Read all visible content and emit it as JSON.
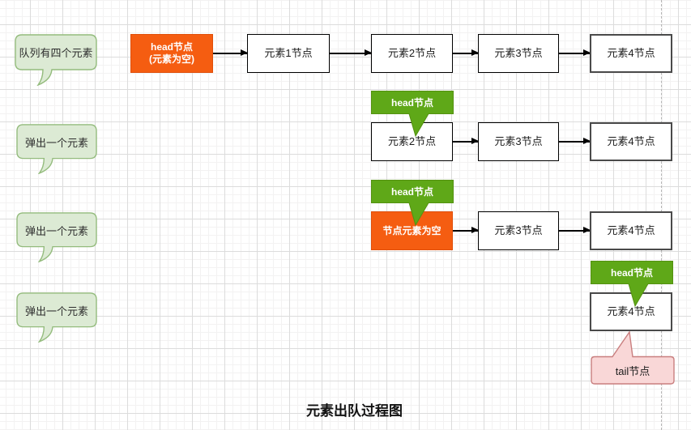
{
  "canvas": {
    "title": "元素出队过程图"
  },
  "rows": [
    {
      "note": "队列有四个元素",
      "head_box": {
        "line1": "head节点",
        "line2": "(元素为空)"
      },
      "nodes": [
        "元素1节点",
        "元素2节点",
        "元素3节点",
        "元素4节点"
      ]
    },
    {
      "note": "弹出一个元素",
      "head_label": "head节点",
      "nodes": [
        "元素2节点",
        "元素3节点",
        "元素4节点"
      ]
    },
    {
      "note": "弹出一个元素",
      "head_label": "head节点",
      "empty_box": "节点元素为空",
      "nodes": [
        "元素3节点",
        "元素4节点"
      ]
    },
    {
      "note": "弹出一个元素",
      "head_label": "head节点",
      "nodes": [
        "元素4节点"
      ],
      "tail_label": "tail节点"
    }
  ],
  "colors": {
    "orange_fill": "#f55d11",
    "orange_border": "#e04f0a",
    "green_fill": "#5fa818",
    "green_border": "#539110",
    "note_fill": "#dcead4",
    "note_border": "#93bb7c",
    "pink_fill": "#f9d7d7",
    "pink_border": "#c97f7f",
    "node_border": "#000000",
    "thick_node_border": "#4a4a4a"
  }
}
